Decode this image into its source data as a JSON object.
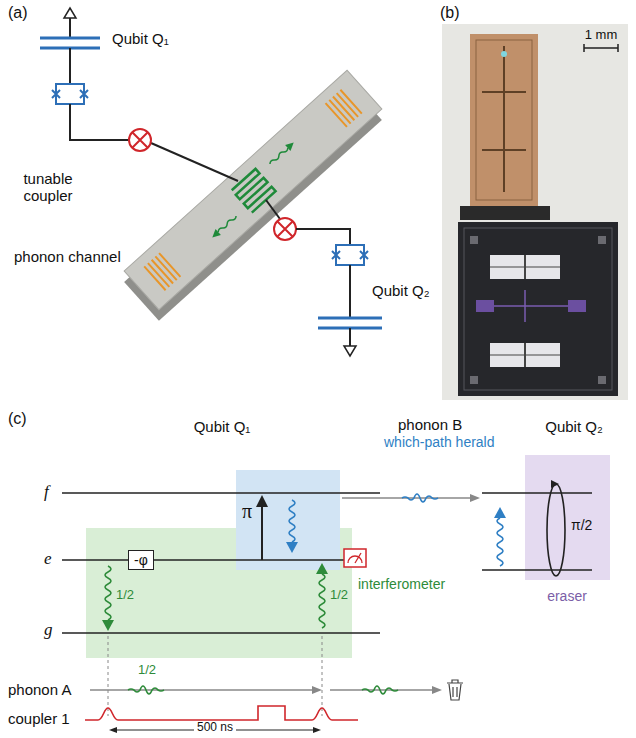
{
  "diagram": {
    "nodes": [
      {
        "text": [
          "interferometer"
        ]
      },
      {
        "text": [
          "-φ"
        ],
        "in": 0
      },
      {
        "text": [
          "π"
        ]
      },
      {
        "text": [
          "π/2",
          "eraser"
        ]
      }
    ],
    "labels": [
      "(a)",
      "Qubit Q₁",
      "tunable coupler",
      "phonon channel",
      "Qubit Q₂",
      "(b)",
      "1 mm",
      "(c)",
      "Qubit Q₁",
      "phonon B",
      "which-path herald",
      "Qubit Q₂",
      "f",
      "e",
      "g",
      "1/2",
      "1/2",
      "1/2",
      "phonon A",
      "coupler 1",
      "500 ns"
    ]
  }
}
